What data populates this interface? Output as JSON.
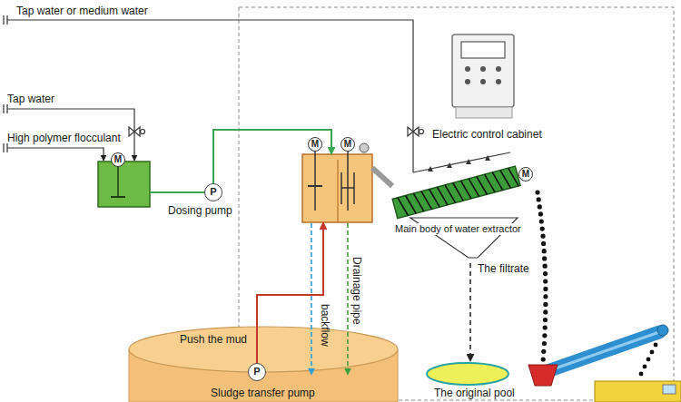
{
  "diagram": {
    "nodes": [
      {
        "text": [
          "M"
        ]
      },
      {
        "text": [
          "P",
          "Dosing pump"
        ]
      },
      {
        "text": [
          "M",
          "M"
        ]
      },
      {
        "text": [
          "Electric control cabinet"
        ]
      },
      {
        "text": [
          "M",
          "Main body of water extractor"
        ]
      },
      {
        "text": [
          "P",
          "Sludge transfer pump"
        ]
      },
      {
        "text": [
          "The original pool"
        ]
      }
    ],
    "edges": [
      {
        "from": 0,
        "to": 1,
        "arrow": "none"
      },
      {
        "from": 1,
        "to": 2,
        "arrow": "to"
      },
      {
        "from": 5,
        "to": 2,
        "label": "Push the mud",
        "arrow": "to"
      },
      {
        "from": 2,
        "to": 4,
        "arrow": "none"
      },
      {
        "from": 4,
        "to": 6,
        "label": "The filtrate",
        "arrow": "to"
      }
    ],
    "labels": [
      "Tap water or medium water",
      "Tap water",
      "High polymer flocculant",
      "backflow",
      "Drainage pipe"
    ]
  }
}
